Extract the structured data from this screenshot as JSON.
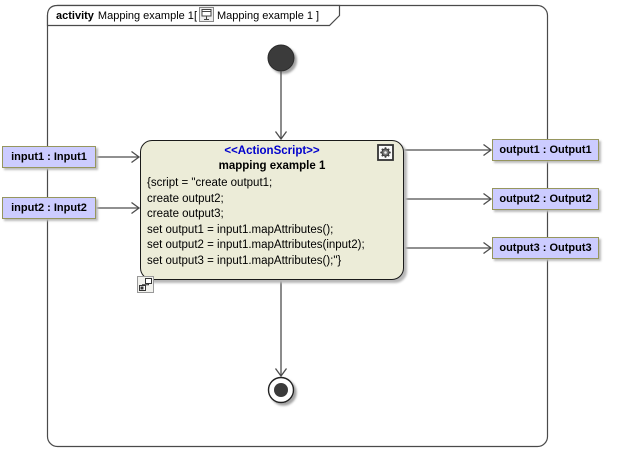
{
  "frame": {
    "keyword": "activity",
    "name": "Mapping example 1",
    "bracket_open": "[",
    "diagram_name": "Mapping example 1",
    "bracket_close": "]"
  },
  "action": {
    "stereotype": "<<ActionScript>>",
    "name": "mapping example 1",
    "script_lines": [
      "{script = \"create output1;",
      "create output2;",
      "create output3;",
      "set output1 = input1.mapAttributes();",
      "set output2 = input1.mapAttributes(input2);",
      "set output3 = input1.mapAttributes();\"}"
    ]
  },
  "pins": {
    "inputs": [
      {
        "label": "input1 : Input1"
      },
      {
        "label": "input2 : Input2"
      }
    ],
    "outputs": [
      {
        "label": "output1 : Output1"
      },
      {
        "label": "output2 : Output2"
      },
      {
        "label": "output3 : Output3"
      }
    ]
  },
  "icons": {
    "tab_icon": "activity-diagram-icon",
    "action_icon": "gear-icon",
    "decomposition_icon": "rake-structure-icon"
  },
  "colors": {
    "action_fill": "#ececd8",
    "pin_fill": "#ccccff",
    "pin_border": "#96965e",
    "stereotype_text": "#0000cc",
    "edge": "#4d4d4d",
    "frame_border": "#4a4a4a",
    "node_fill": "#3b3b3b"
  }
}
